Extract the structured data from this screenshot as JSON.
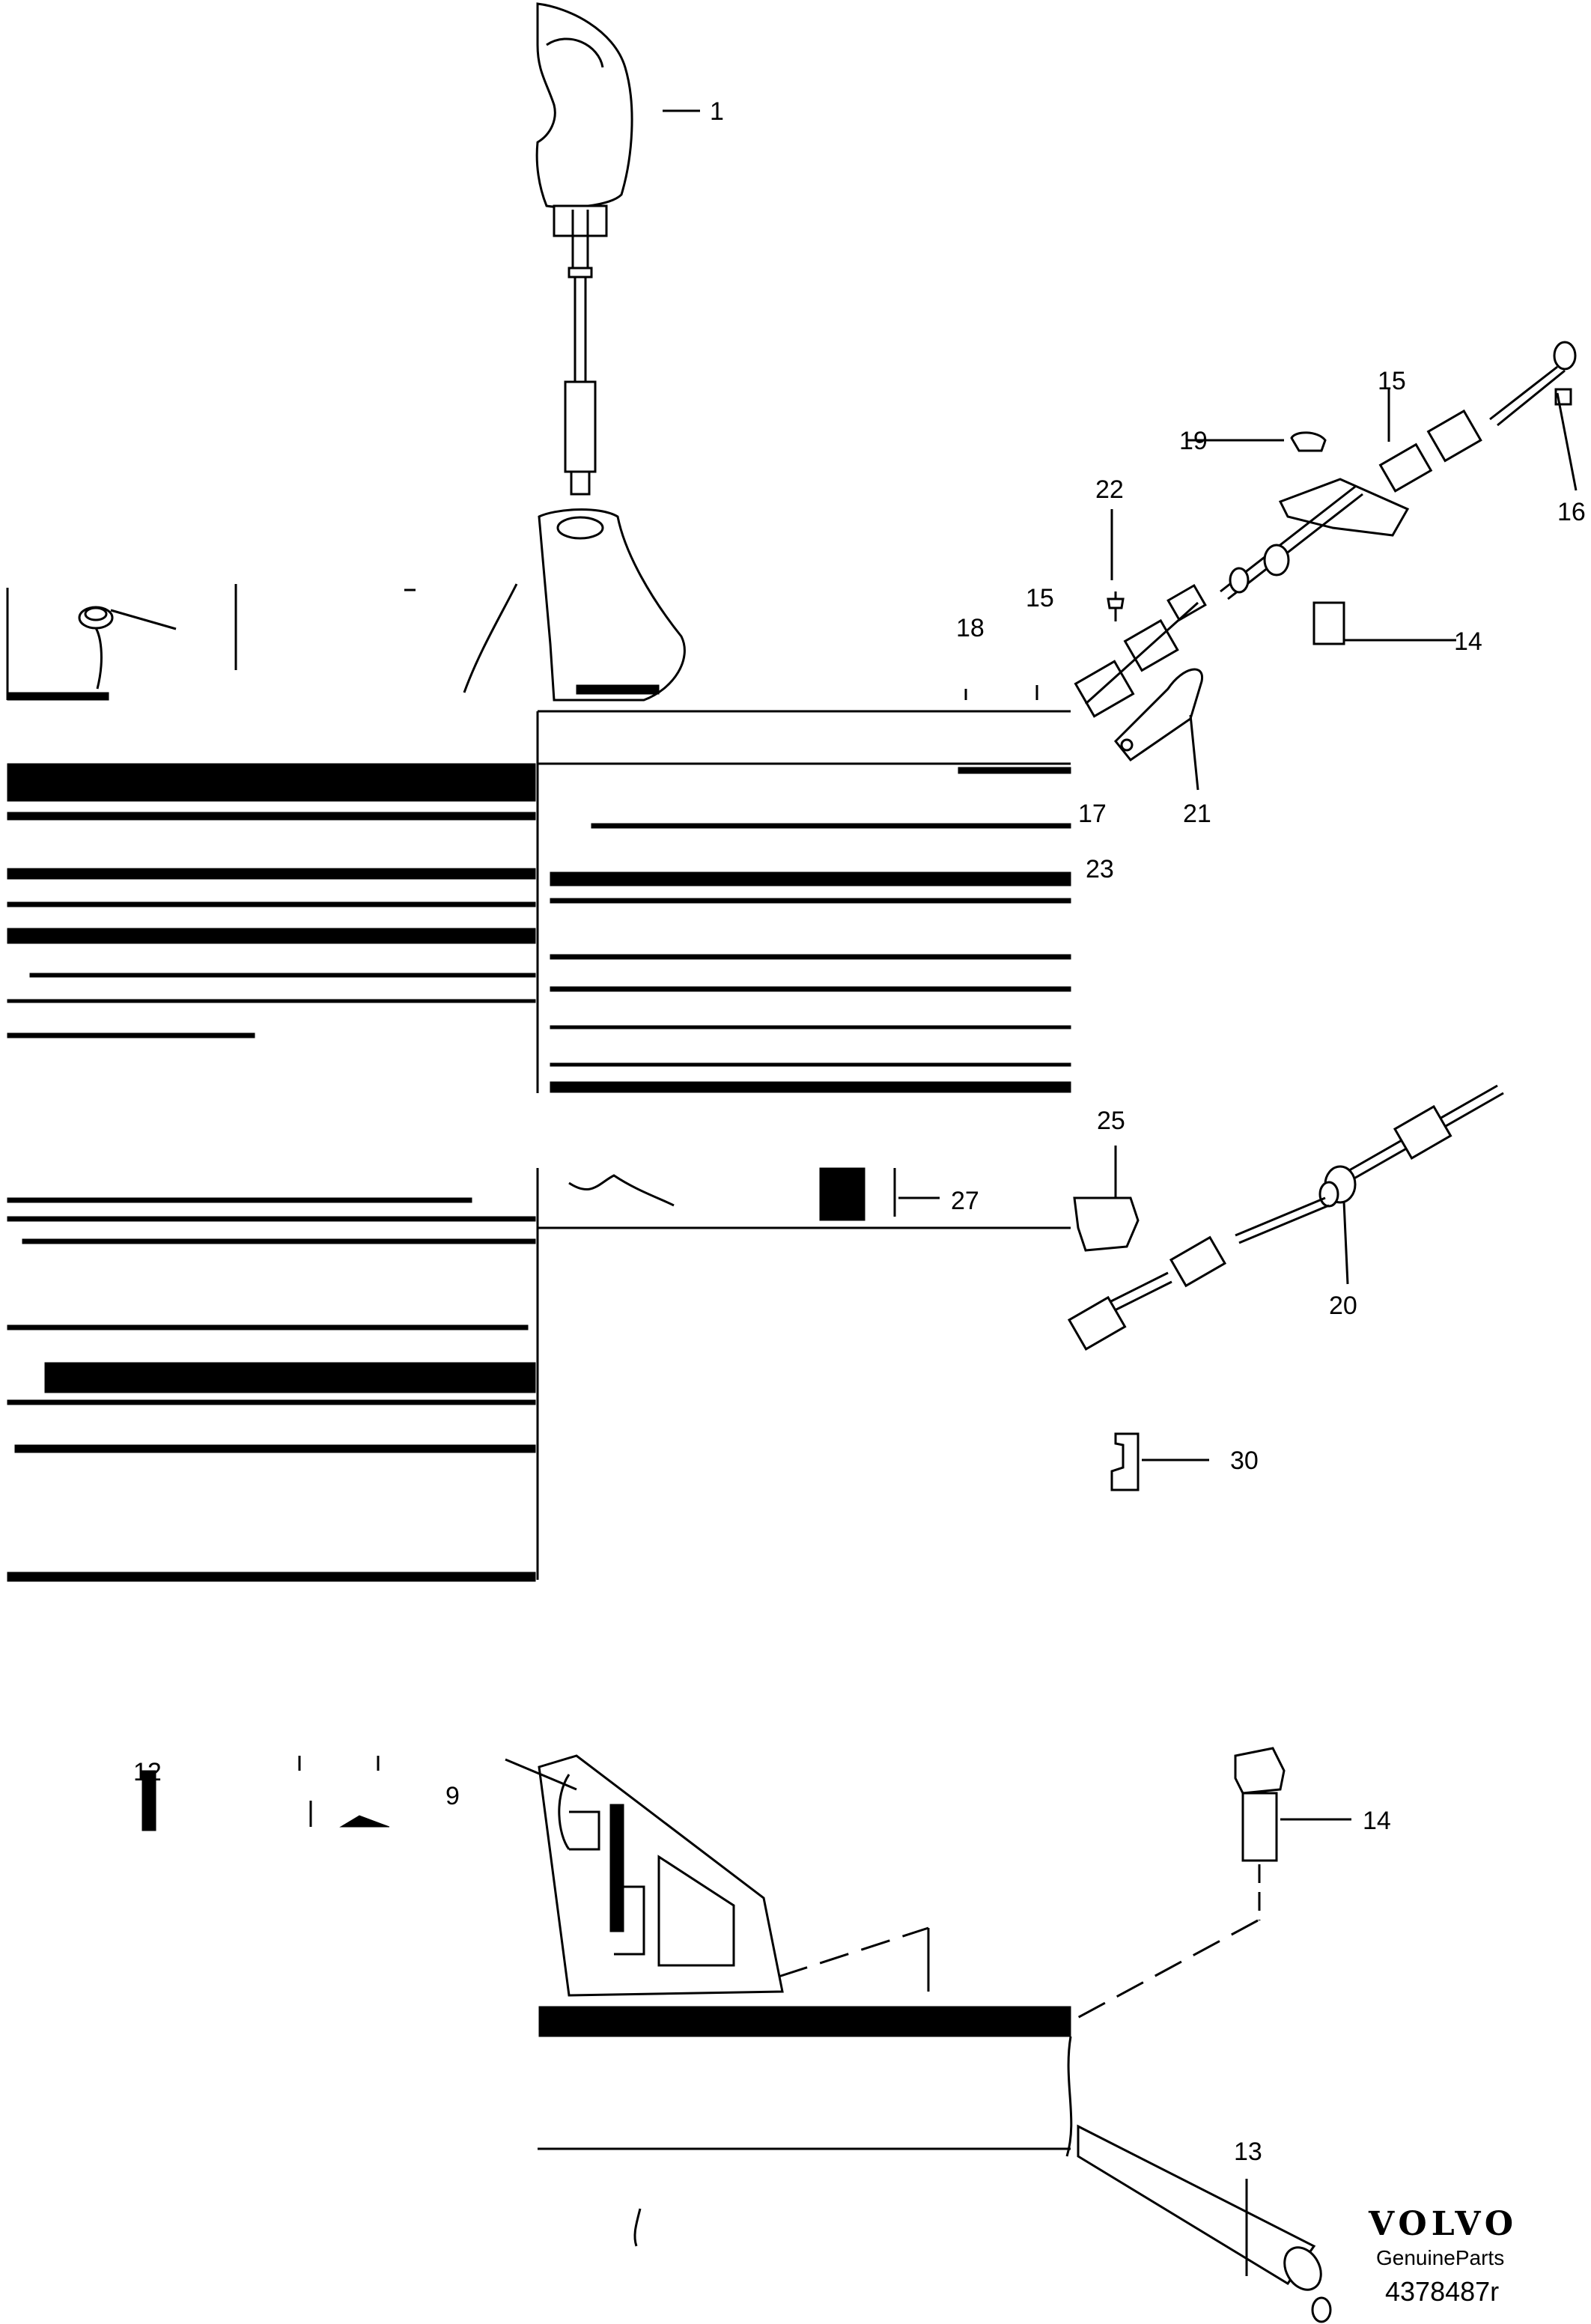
{
  "callouts": [
    {
      "id": "c1",
      "label": "1"
    },
    {
      "id": "c15a",
      "label": "15"
    },
    {
      "id": "c19",
      "label": "19"
    },
    {
      "id": "c16",
      "label": "16"
    },
    {
      "id": "c22",
      "label": "22"
    },
    {
      "id": "c18",
      "label": "18"
    },
    {
      "id": "c15b",
      "label": "15"
    },
    {
      "id": "c14a",
      "label": "14"
    },
    {
      "id": "c17",
      "label": "17"
    },
    {
      "id": "c21",
      "label": "21"
    },
    {
      "id": "c23",
      "label": "23"
    },
    {
      "id": "c25",
      "label": "25"
    },
    {
      "id": "c27",
      "label": "27"
    },
    {
      "id": "c20",
      "label": "20"
    },
    {
      "id": "c30",
      "label": "30"
    },
    {
      "id": "c12",
      "label": "12"
    },
    {
      "id": "c9",
      "label": "9"
    },
    {
      "id": "c14b",
      "label": "14"
    },
    {
      "id": "c13",
      "label": "13"
    }
  ],
  "brand": {
    "name": "VOLVO",
    "subtitle": "GenuineParts",
    "diagram_number": "4378487r"
  },
  "colors": {
    "ink": "#000000",
    "paper": "#ffffff"
  }
}
